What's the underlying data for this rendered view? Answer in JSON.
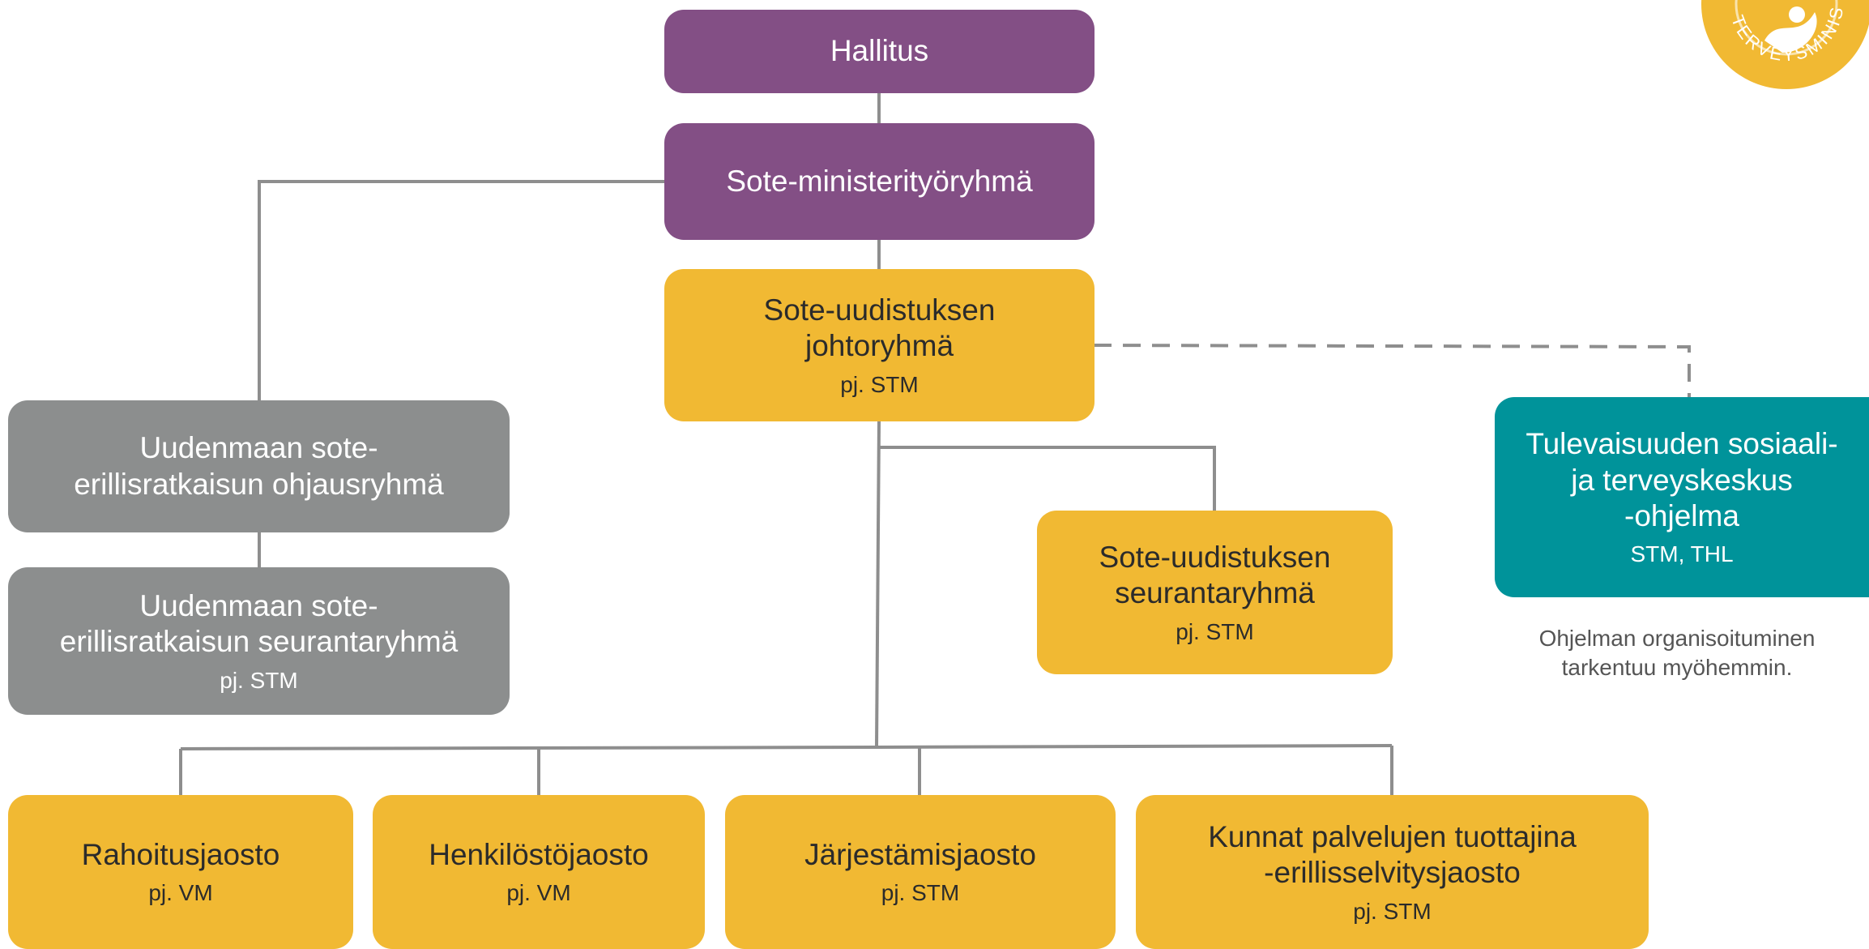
{
  "colors": {
    "purple": "#834f85",
    "yellow": "#f1b933",
    "grey": "#8c8e8e",
    "teal": "#00939a",
    "line": "#8e8e8e"
  },
  "nodes": {
    "hallitus": {
      "title": "Hallitus",
      "sub": ""
    },
    "ministerityoryhma": {
      "title": "Sote-ministerityöryhmä",
      "sub": ""
    },
    "johtoryhma": {
      "title": "Sote-uudistuksen\njohtoryhmä",
      "sub": "pj. STM"
    },
    "uusimaa_ohjaus": {
      "title": "Uudenmaan sote-\nerillisratkaisun ohjausryhmä",
      "sub": ""
    },
    "uusimaa_seuranta": {
      "title": "Uudenmaan sote-\nerillisratkaisun seurantaryhmä",
      "sub": "pj. STM"
    },
    "seurantaryhma": {
      "title": "Sote-uudistuksen\nseurantaryhmä",
      "sub": "pj. STM"
    },
    "tulevaisuus": {
      "title": "Tulevaisuuden sosiaali-\nja terveyskeskus\n-ohjelma",
      "sub": "STM, THL"
    },
    "rahoitus": {
      "title": "Rahoitusjaosto",
      "sub": "pj. VM"
    },
    "henkilosto": {
      "title": "Henkilöstöjaosto",
      "sub": "pj. VM"
    },
    "jarjestamis": {
      "title": "Järjestämisjaosto",
      "sub": "pj. STM"
    },
    "kunnat": {
      "title": "Kunnat palvelujen tuottajina\n-erillisselvitysjaosto",
      "sub": "pj. STM"
    }
  },
  "note": "Ohjelman organisoituminen\ntarkentuu myöhemmin.",
  "logo": {
    "text": "TERVEYSMINISTERI",
    "icon": "ministry-emblem-icon"
  }
}
